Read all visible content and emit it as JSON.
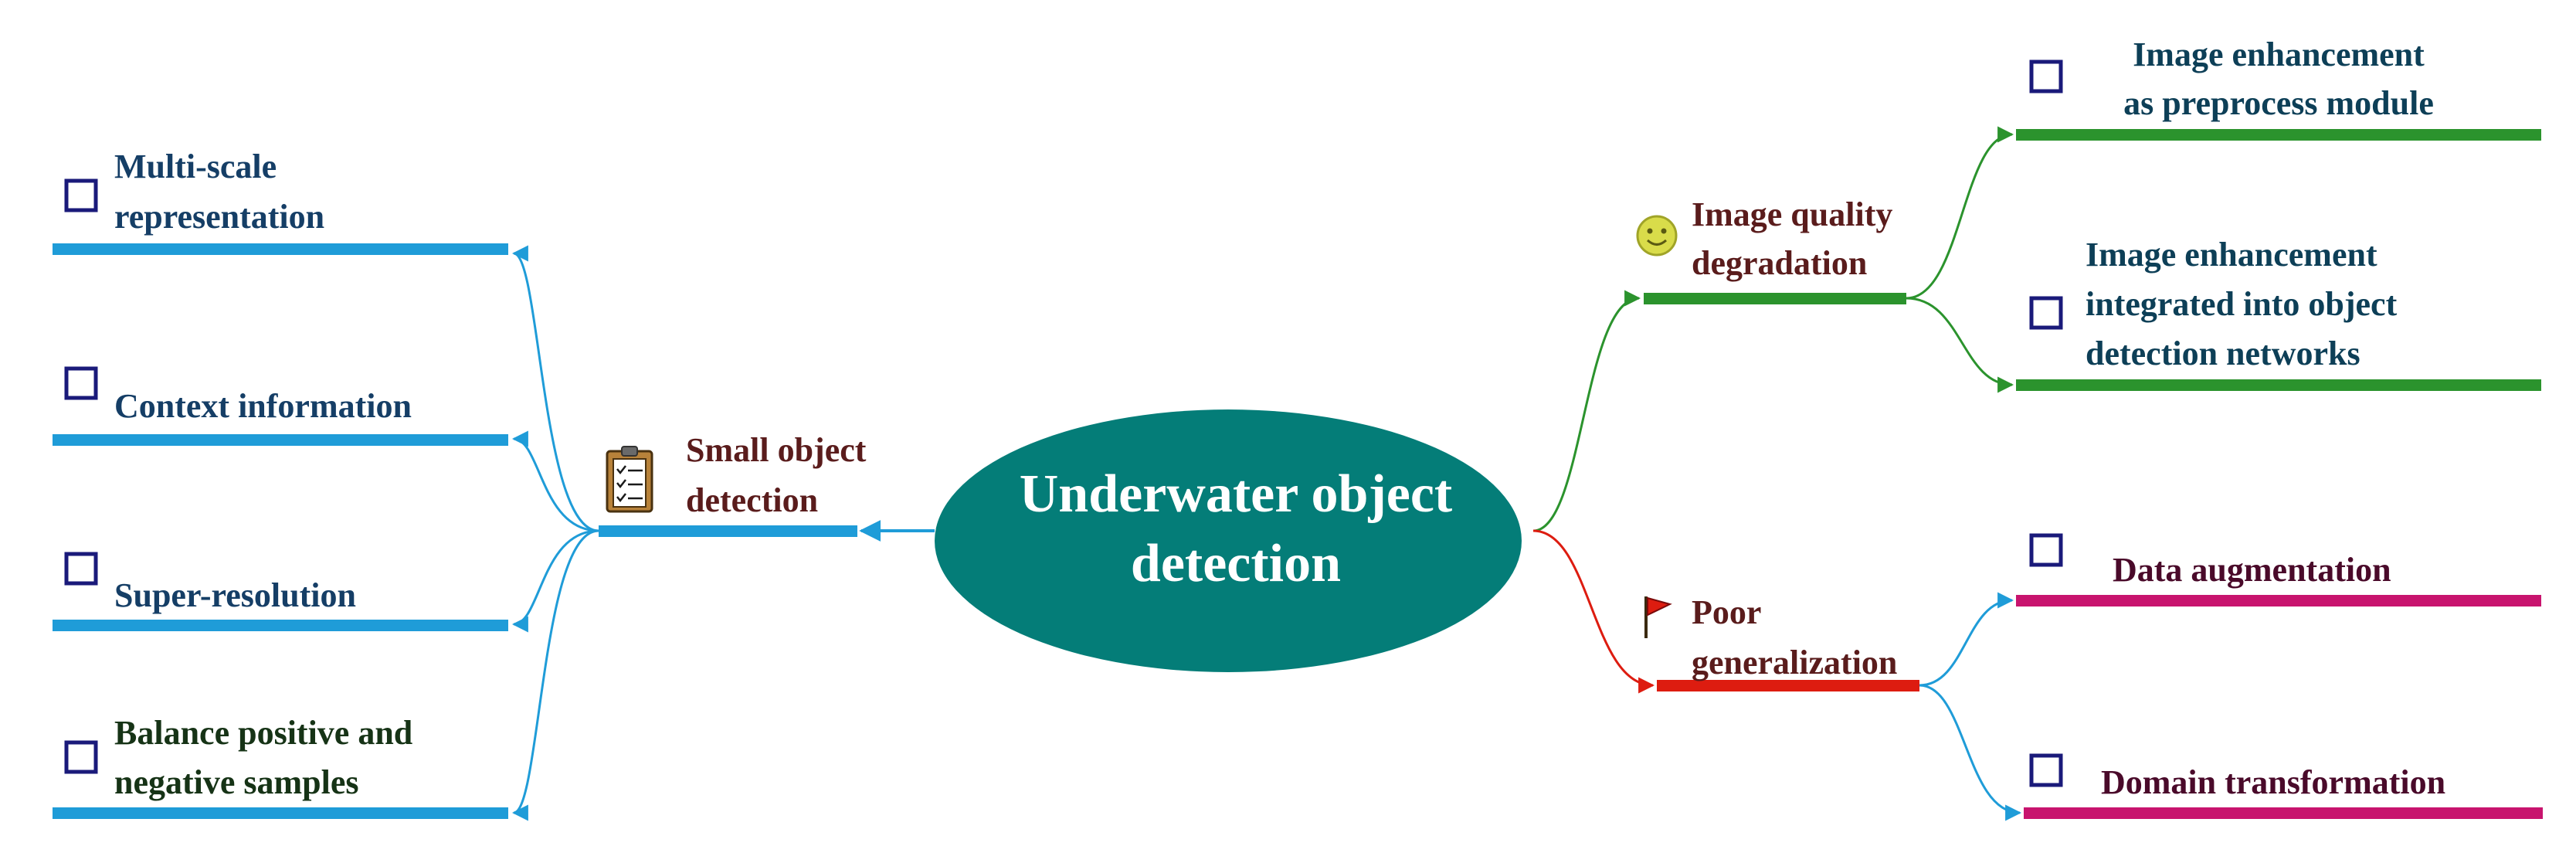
{
  "center": {
    "label_line1": "Underwater object",
    "label_line2": "detection"
  },
  "branches": {
    "small_object": {
      "label_line1": "Small object",
      "label_line2": "detection",
      "icon": "clipboard-checklist-icon",
      "children": [
        {
          "line1": "Multi-scale",
          "line2": "representation"
        },
        {
          "line1": "Context information",
          "line2": ""
        },
        {
          "line1": "Super-resolution",
          "line2": ""
        },
        {
          "line1": "Balance positive and",
          "line2": "negative samples"
        }
      ]
    },
    "image_quality": {
      "label_line1": "Image quality",
      "label_line2": "degradation",
      "icon": "smiley-face-icon",
      "children": [
        {
          "line1": "Image enhancement",
          "line2": "as preprocess module",
          "line3": ""
        },
        {
          "line1": "Image enhancement",
          "line2": "integrated into object",
          "line3": "detection networks"
        }
      ]
    },
    "poor_generalization": {
      "label_line1": "Poor",
      "label_line2": "generalization",
      "icon": "red-flag-icon",
      "children": [
        {
          "line1": "Data augmentation"
        },
        {
          "line1": "Domain transformation"
        }
      ]
    }
  },
  "colors": {
    "center_fill": "#047d78",
    "left_branch": "#1f9cd8",
    "green_branch": "#2b932d",
    "red_branch": "#dd1c10",
    "pink_bar": "#c8146e",
    "checkbox": "#1a1a7a"
  }
}
